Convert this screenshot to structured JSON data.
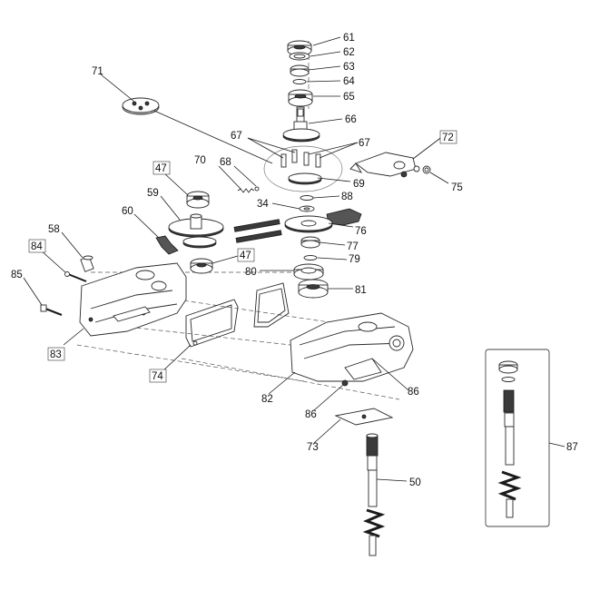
{
  "callouts": [
    {
      "id": "c61",
      "text": "61",
      "boxed": false
    },
    {
      "id": "c62",
      "text": "62",
      "boxed": false
    },
    {
      "id": "c63",
      "text": "63",
      "boxed": false
    },
    {
      "id": "c64",
      "text": "64",
      "boxed": false
    },
    {
      "id": "c65",
      "text": "65",
      "boxed": false
    },
    {
      "id": "c66",
      "text": "66",
      "boxed": false
    },
    {
      "id": "c67a",
      "text": "67",
      "boxed": false
    },
    {
      "id": "c67b",
      "text": "67",
      "boxed": false
    },
    {
      "id": "c71",
      "text": "71",
      "boxed": false
    },
    {
      "id": "c72",
      "text": "72",
      "boxed": true
    },
    {
      "id": "c75",
      "text": "75",
      "boxed": false
    },
    {
      "id": "c69",
      "text": "69",
      "boxed": false
    },
    {
      "id": "c47a",
      "text": "47",
      "boxed": true
    },
    {
      "id": "c70",
      "text": "70",
      "boxed": false
    },
    {
      "id": "c68",
      "text": "68",
      "boxed": false
    },
    {
      "id": "c59",
      "text": "59",
      "boxed": false
    },
    {
      "id": "c88",
      "text": "88",
      "boxed": false
    },
    {
      "id": "c34",
      "text": "34",
      "boxed": false
    },
    {
      "id": "c76",
      "text": "76",
      "boxed": false
    },
    {
      "id": "c60",
      "text": "60",
      "boxed": false
    },
    {
      "id": "c77",
      "text": "77",
      "boxed": false
    },
    {
      "id": "c58",
      "text": "58",
      "boxed": false
    },
    {
      "id": "c84",
      "text": "84",
      "boxed": true
    },
    {
      "id": "c47b",
      "text": "47",
      "boxed": true
    },
    {
      "id": "c79",
      "text": "79",
      "boxed": false
    },
    {
      "id": "c85",
      "text": "85",
      "boxed": false
    },
    {
      "id": "c80",
      "text": "80",
      "boxed": false
    },
    {
      "id": "c81",
      "text": "81",
      "boxed": false
    },
    {
      "id": "c83",
      "text": "83",
      "boxed": true
    },
    {
      "id": "c74",
      "text": "74",
      "boxed": true
    },
    {
      "id": "c82",
      "text": "82",
      "boxed": false
    },
    {
      "id": "c86a",
      "text": "86",
      "boxed": false
    },
    {
      "id": "c86b",
      "text": "86",
      "boxed": false
    },
    {
      "id": "c73",
      "text": "73",
      "boxed": false
    },
    {
      "id": "c50",
      "text": "50",
      "boxed": false
    },
    {
      "id": "c87",
      "text": "87",
      "boxed": false
    }
  ]
}
